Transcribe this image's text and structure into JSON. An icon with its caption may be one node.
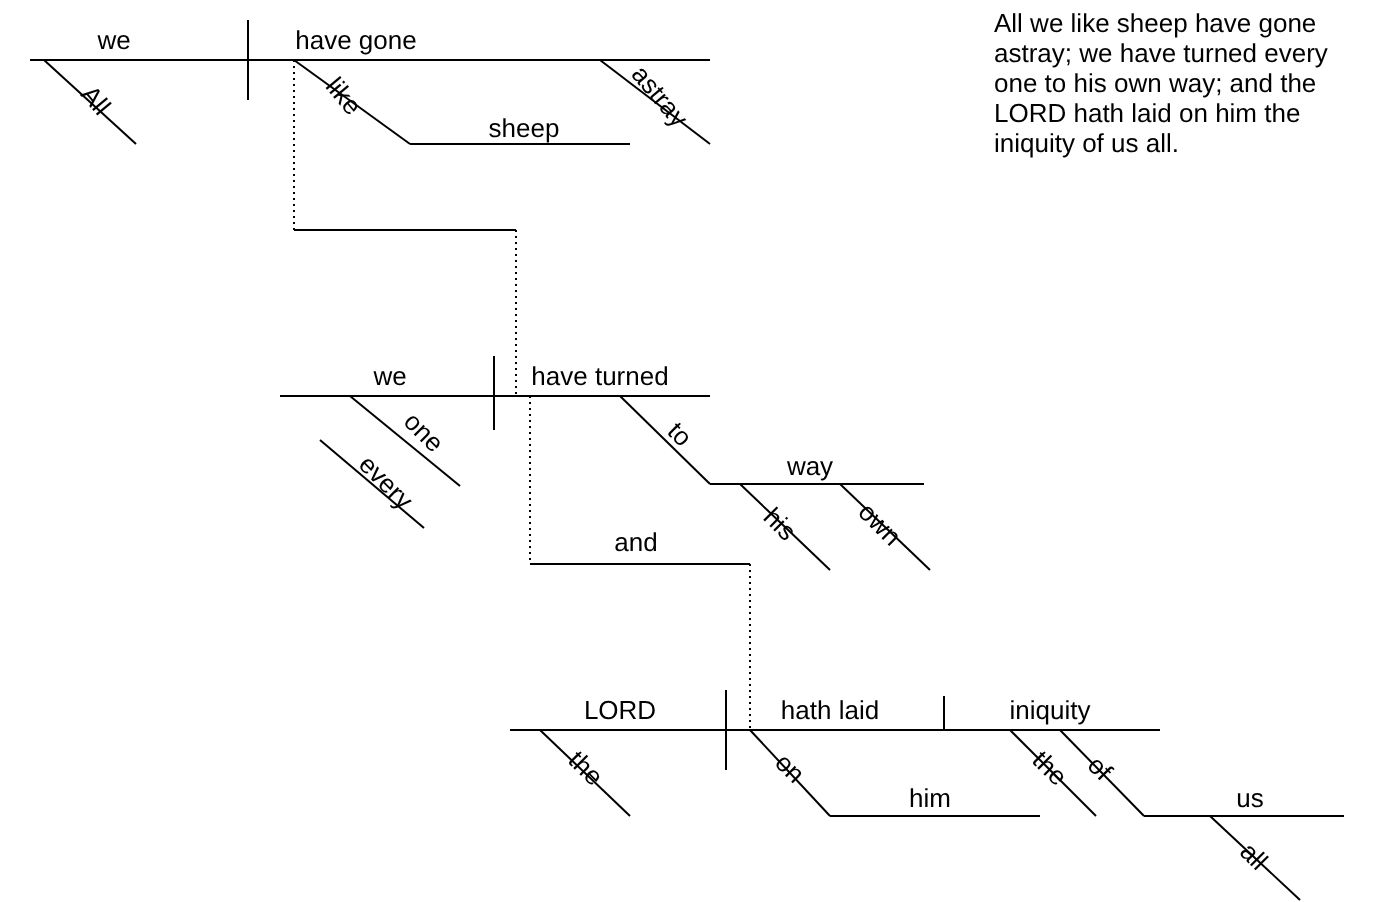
{
  "diagram": {
    "labels": [
      "we",
      "have gone",
      "All we like sheep have gone astray; we have turned every one to his own way; and the LORD hath laid on him the iniquity of us all.",
      "All",
      "like",
      "sheep",
      "astray",
      "we",
      "have turned",
      "one",
      "every",
      "to",
      "way",
      "his",
      "own",
      "and",
      "LORD",
      "hath laid",
      "iniquity",
      "the",
      "on",
      "him",
      "the",
      "of",
      "us",
      "all"
    ]
  }
}
